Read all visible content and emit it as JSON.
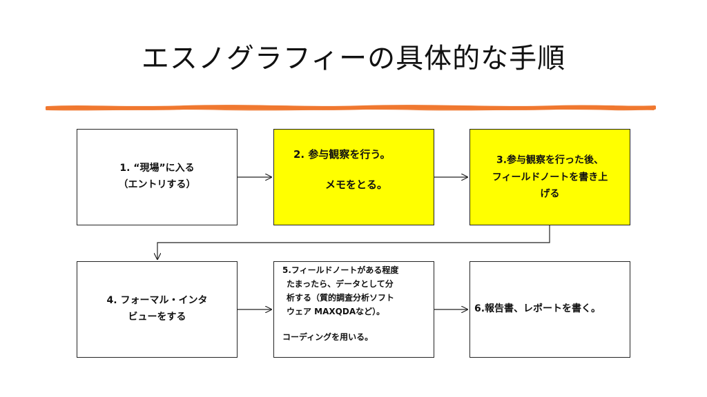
{
  "title": "エスノグラフィーの具体的な手順",
  "colors": {
    "brush_stroke": "#f07830",
    "highlight_box": "#ffff00",
    "border": "#222222"
  },
  "steps": [
    {
      "lines": [
        "1. “現場”に入る",
        "（エントリする）"
      ]
    },
    {
      "lines": [
        "2. 参与観察を行う。",
        "メモをとる。"
      ]
    },
    {
      "lines": [
        "3.参与観察を行った後、",
        "フィールドノートを書き上",
        "げる"
      ]
    },
    {
      "lines": [
        "4. フォーマル・インタ",
        "ビューをする"
      ]
    },
    {
      "lines": [
        "5.フィールドノートがある程度",
        "たまったら、データとして分",
        "析する（質的調査分析ソフト",
        "ウェア MAXQDAなど）。",
        "コーディングを用いる。"
      ]
    },
    {
      "lines": [
        "6.報告書、レポートを書く。"
      ]
    }
  ]
}
